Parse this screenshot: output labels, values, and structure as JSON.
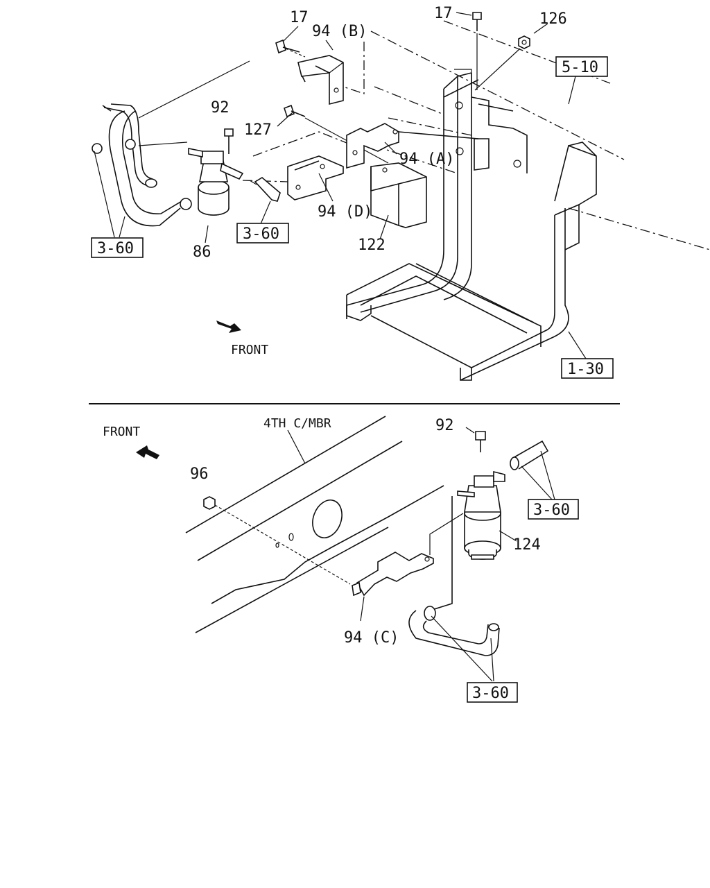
{
  "top_section": {
    "callouts": {
      "c17a": "17",
      "c94b": "94 (B)",
      "c17b": "17",
      "c126": "126",
      "c92": "92",
      "c127": "127",
      "c94a": "94 (A)",
      "c94d": "94 (D)",
      "c86": "86",
      "c122": "122"
    },
    "refs": {
      "r510": "5-10",
      "r360a": "3-60",
      "r360b": "3-60",
      "r130": "1-30"
    },
    "front_label": "FRONT"
  },
  "bottom_section": {
    "callouts": {
      "c92": "92",
      "c96": "96",
      "c124": "124",
      "c94c": "94 (C)"
    },
    "refs": {
      "r360a": "3-60",
      "r360b": "3-60"
    },
    "front_label": "FRONT",
    "member_label": "4TH C/MBR"
  },
  "icons": [
    "front-arrow-icon",
    "front-arrow-icon"
  ]
}
